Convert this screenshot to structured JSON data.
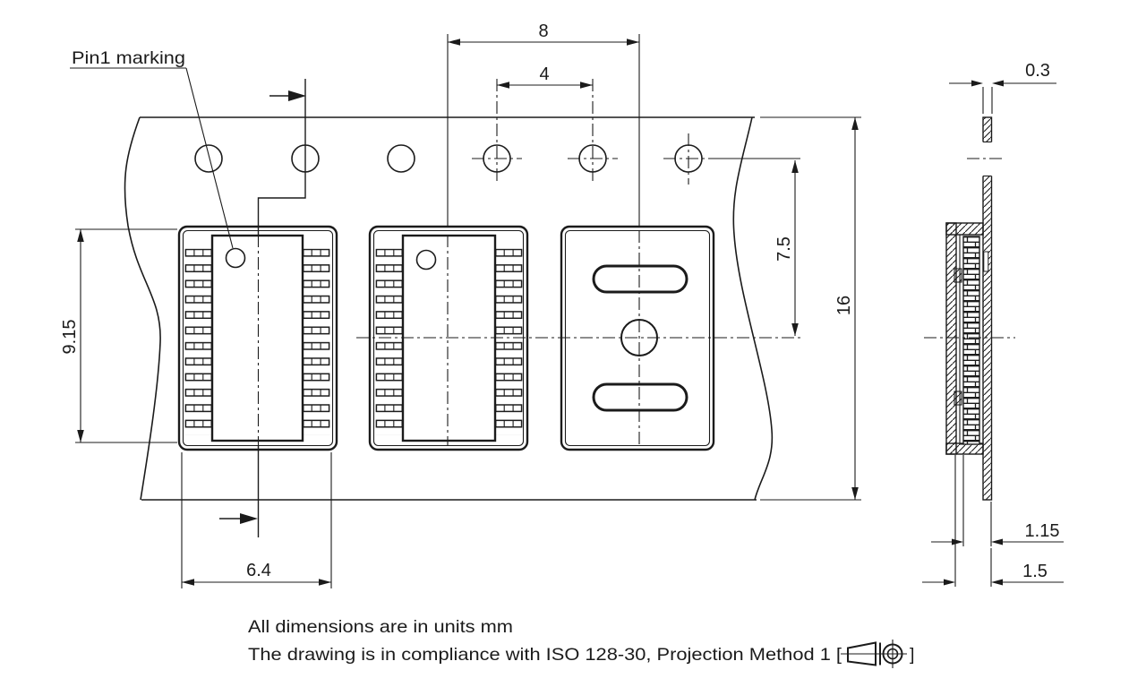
{
  "drawing": {
    "pin1_callout": "Pin1 marking",
    "dimensions": {
      "pocket_pitch": "8",
      "sprocket_hole_pitch": "4",
      "pocket_length": "9.15",
      "sprocket_to_pocket_center": "7.5",
      "tape_width": "16",
      "pocket_width": "6.4",
      "tape_thickness": "0.3",
      "pocket_depth_inner": "1.15",
      "pocket_depth_total": "1.5"
    },
    "notes": {
      "units_note": "All dimensions are in units mm",
      "compliance_note_prefix": "The drawing is in compliance with ISO 128-30, Projection Method 1 [",
      "compliance_note_suffix": "]"
    },
    "colors": {
      "ink": "#1b1b1b",
      "paper": "#ffffff"
    }
  }
}
